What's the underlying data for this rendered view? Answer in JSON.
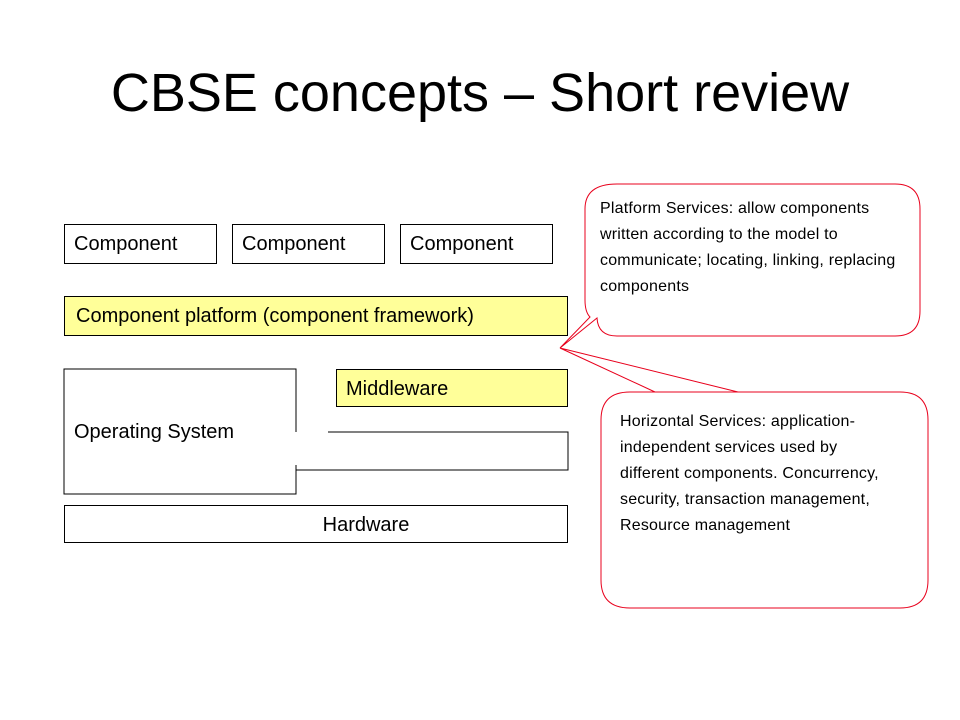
{
  "slide": {
    "title": "CBSE concepts – Short review"
  },
  "layers": {
    "components": [
      "Component",
      "Component",
      "Component"
    ],
    "platform": "Component platform (component framework)",
    "middleware": "Middleware",
    "operating_system": "Operating System",
    "hardware": "Hardware"
  },
  "callouts": {
    "platform_services": "Platform Services: allow components written according to the model to communicate; locating, linking, replacing components",
    "horizontal_services": "Horizontal Services: application-independent services used by different components.  Concurrency, security, transaction management, Resource management"
  },
  "colors": {
    "highlight": "#ffff99",
    "callout_border": "#e8001c"
  }
}
